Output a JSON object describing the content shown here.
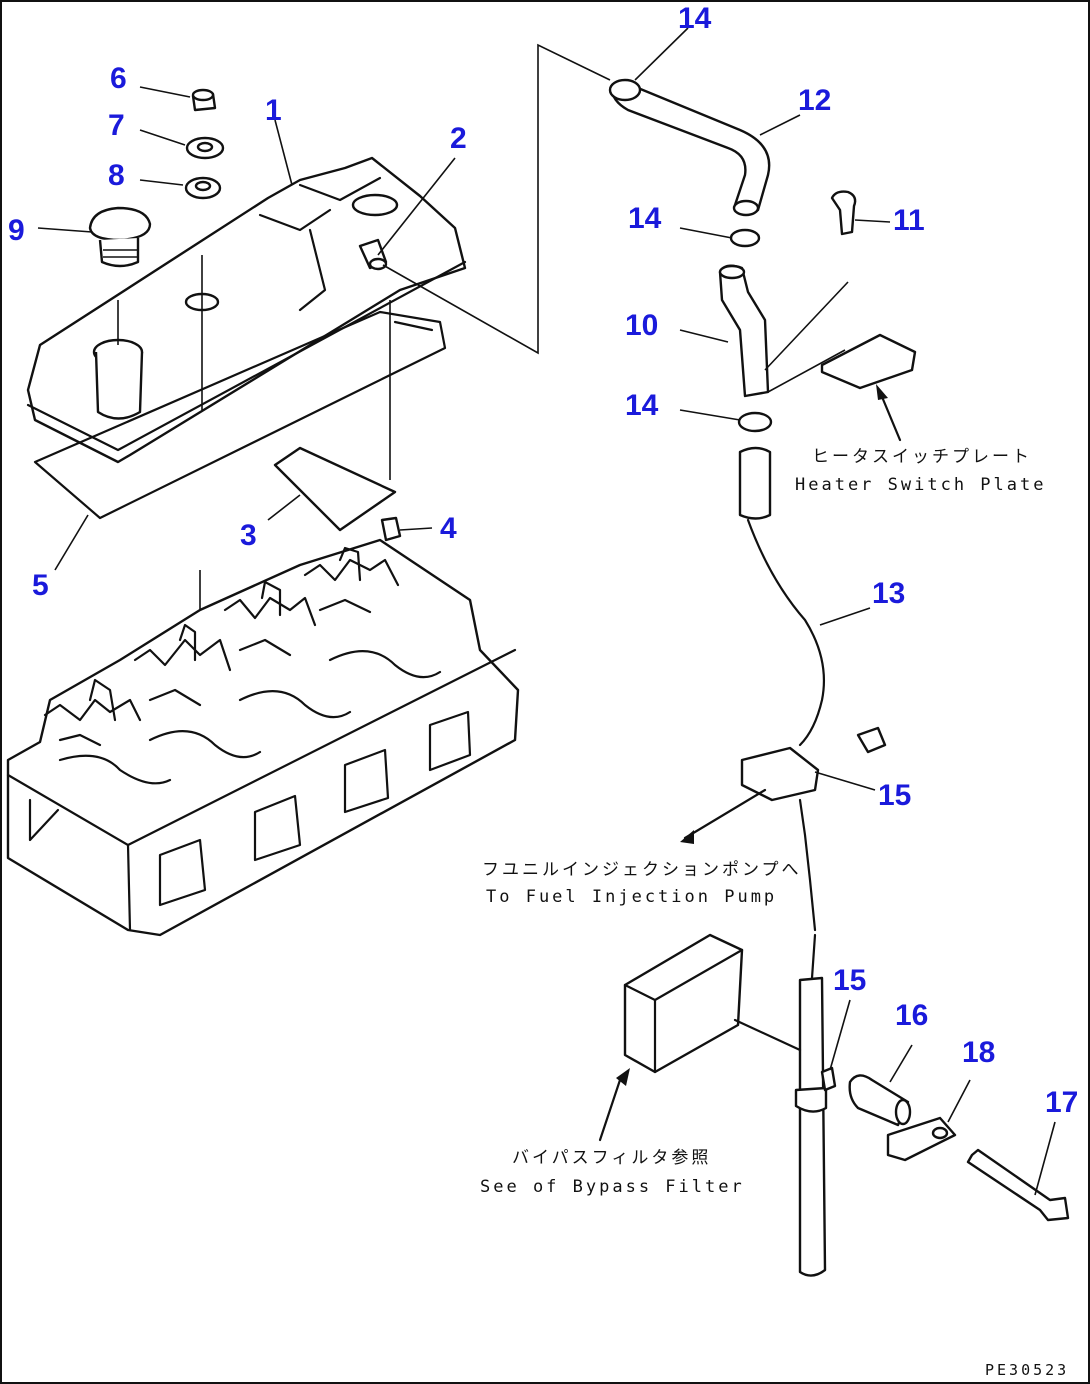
{
  "callouts": [
    {
      "id": "1",
      "text": "1"
    },
    {
      "id": "2",
      "text": "2"
    },
    {
      "id": "3",
      "text": "3"
    },
    {
      "id": "4",
      "text": "4"
    },
    {
      "id": "5",
      "text": "5"
    },
    {
      "id": "6",
      "text": "6"
    },
    {
      "id": "7",
      "text": "7"
    },
    {
      "id": "8",
      "text": "8"
    },
    {
      "id": "9",
      "text": "9"
    },
    {
      "id": "10",
      "text": "10"
    },
    {
      "id": "11",
      "text": "11"
    },
    {
      "id": "12",
      "text": "12"
    },
    {
      "id": "13",
      "text": "13"
    },
    {
      "id": "14a",
      "text": "14"
    },
    {
      "id": "14b",
      "text": "14"
    },
    {
      "id": "14c",
      "text": "14"
    },
    {
      "id": "15a",
      "text": "15"
    },
    {
      "id": "15b",
      "text": "15"
    },
    {
      "id": "16",
      "text": "16"
    },
    {
      "id": "17",
      "text": "17"
    },
    {
      "id": "18",
      "text": "18"
    }
  ],
  "notes": {
    "heater_switch_plate_jp": "ヒータスイッチプレート",
    "heater_switch_plate_en": "Heater Switch Plate",
    "fuel_injection_pump_jp": "フユニルインジェクションポンプへ",
    "fuel_injection_pump_en": "To Fuel Injection Pump",
    "bypass_filter_jp": "バイパスフィルタ参照",
    "bypass_filter_en": "See of Bypass Filter"
  },
  "drawing_code": "PE30523",
  "colors": {
    "callout": "#1a1adb",
    "line": "#111111",
    "background": "#ffffff"
  }
}
